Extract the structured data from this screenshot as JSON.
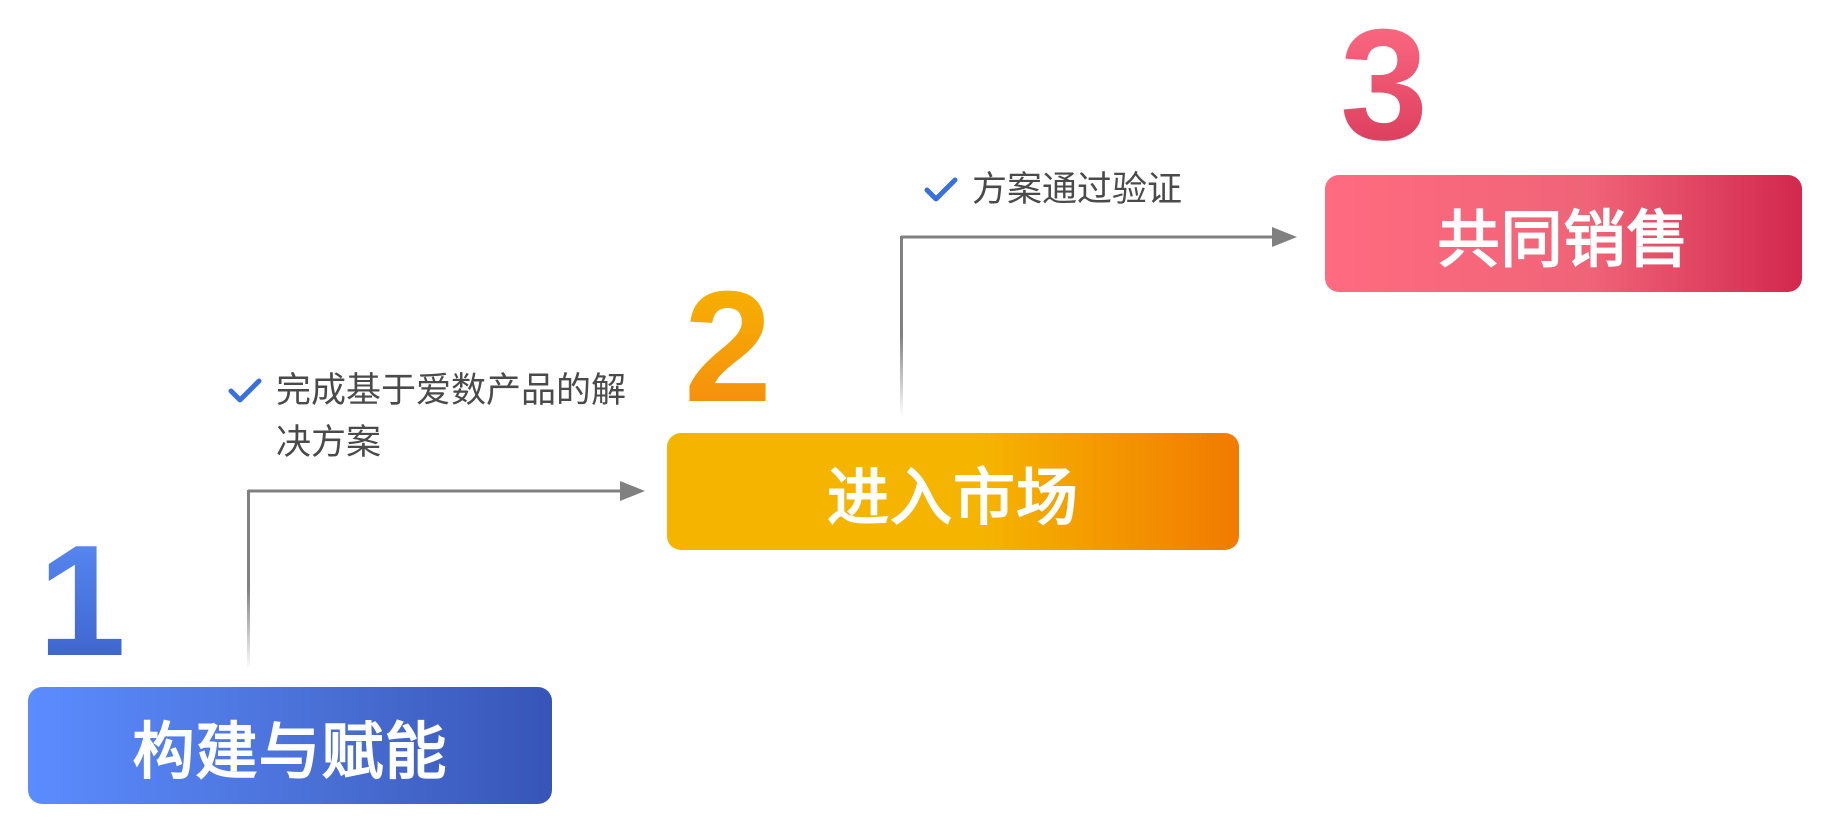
{
  "steps": [
    {
      "number": "1",
      "label": "构建与赋能",
      "color_start": "#5b8cff",
      "color_end": "#3755b8"
    },
    {
      "number": "2",
      "label": "进入市场",
      "color_start": "#f5b400",
      "color_end": "#f27a00"
    },
    {
      "number": "3",
      "label": "共同销售",
      "color_start": "#ff6b80",
      "color_end": "#d2284e"
    }
  ],
  "conditions": [
    {
      "text": "完成基于爱数产品的解决方案",
      "icon": "checkmark-icon"
    },
    {
      "text": "方案通过验证",
      "icon": "checkmark-icon"
    }
  ],
  "colors": {
    "check": "#3a6fe0",
    "connector": "#808080",
    "condition_text": "#4a4a4a"
  }
}
